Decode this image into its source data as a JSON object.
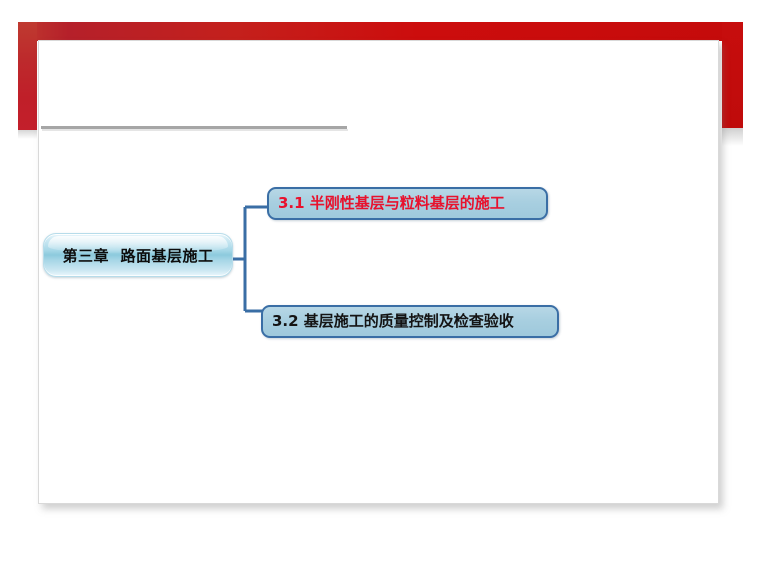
{
  "slide": {
    "title": "",
    "theme": {
      "accent_red": "#c4201c",
      "panel_background": "#ffffff",
      "rule_gray": "#a6a6a6",
      "node_border_blue": "#3a6ea5",
      "node_fill_blue": "#a8cfe0",
      "root_fill_blue": "#8ccadd",
      "highlight_red": "#e8112d",
      "text_black": "#141414"
    }
  },
  "diagram": {
    "root": {
      "label": "第三章  路面基层施工",
      "text_color": "#0d0d0d"
    },
    "children": [
      {
        "number": "3.1",
        "text": " 半刚性基层与粒料基层的施工",
        "full_label": "3.1 半刚性基层与粒料基层的施工",
        "number_color": "#e8112d",
        "text_color": "#e8112d"
      },
      {
        "number": "3.2",
        "text": " 基层施工的质量控制及检查验收",
        "full_label": "3.2 基层施工的质量控制及检查验收",
        "number_color": "#141414",
        "text_color": "#141414"
      }
    ]
  }
}
